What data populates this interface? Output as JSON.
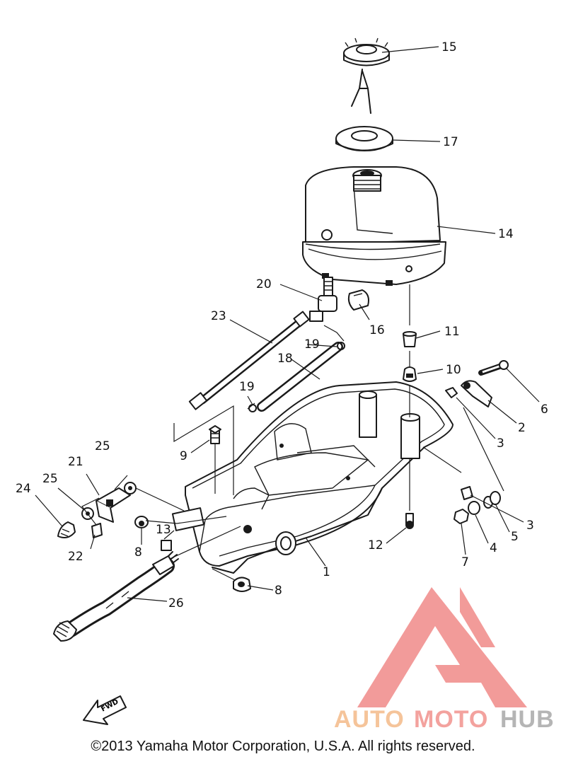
{
  "callouts": {
    "c1": "1",
    "c2": "2",
    "c3a": "3",
    "c3b": "3",
    "c4": "4",
    "c5": "5",
    "c6": "6",
    "c7": "7",
    "c8a": "8",
    "c8b": "8",
    "c9": "9",
    "c10": "10",
    "c11": "11",
    "c12": "12",
    "c13": "13",
    "c14": "14",
    "c15": "15",
    "c16": "16",
    "c17": "17",
    "c18": "18",
    "c19a": "19",
    "c19b": "19",
    "c20": "20",
    "c21": "21",
    "c22": "22",
    "c23": "23",
    "c24": "24",
    "c25a": "25",
    "c25b": "25",
    "c26": "26"
  },
  "fwd_label": "FWD",
  "watermark": {
    "part1": "AUTO",
    "part2": "MOTO",
    "part3": "HUB",
    "color1": "#f5c49a",
    "color2": "#f3a29e",
    "color3": "#b5b5b5",
    "logo_color": "#f08a88"
  },
  "copyright": "©2013 Yamaha Motor Corporation, U.S.A. All rights reserved."
}
